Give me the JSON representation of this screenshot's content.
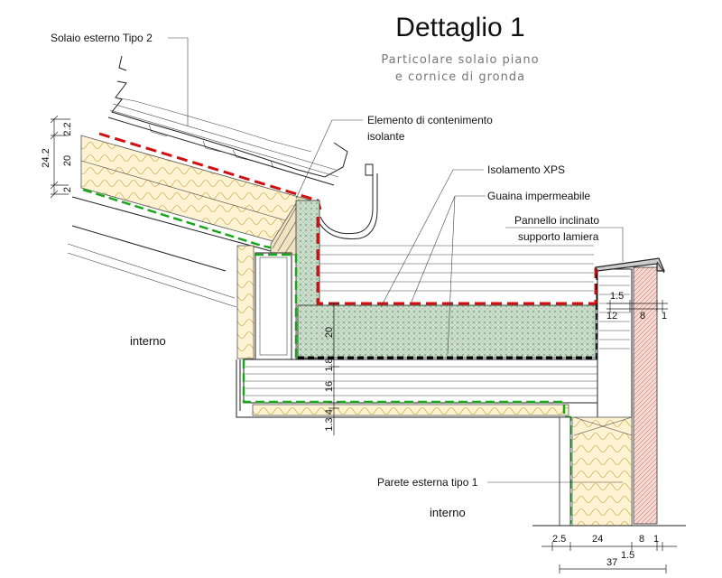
{
  "title": "Dettaglio 1",
  "subtitle_lines": [
    "Particolare solaio piano",
    "e cornice di gronda"
  ],
  "labels": {
    "solaio_esterno": "Solaio esterno Tipo 2",
    "elemento_line1": "Elemento di contenimento",
    "elemento_line2": "isolante",
    "isolamento_xps": "Isolamento XPS",
    "guaina": "Guaina impermeabile",
    "pannello_line1": "Pannello inclinato",
    "pannello_line2": "supporto lamiera",
    "parete": "Parete esterna tipo 1",
    "interno_left": "interno",
    "interno_bottom": "interno"
  },
  "dimensions": {
    "roof": [
      "24.2",
      "20",
      "2.2",
      "2"
    ],
    "slab": [
      "20",
      "1.8",
      "16",
      "1.3",
      "4"
    ],
    "parapet": [
      "1.5",
      "12",
      "8",
      "1"
    ],
    "wall_bottom": [
      "2.5",
      "24",
      "8",
      "1",
      "1.5"
    ],
    "wall_total": "37"
  },
  "colors": {
    "membrane_red": "#d01010",
    "membrane_green": "#1aa51a",
    "membrane_black": "#000000",
    "insulation_fill": "#fdf3d2",
    "xps_fill": "#d8ead8",
    "brick_fill": "#f6d9d2",
    "wood_fill": "#f0e3c0"
  },
  "icons": {
    "pattern_insulation": "mineral-wool-hatch",
    "pattern_xps": "xps-crosshatch",
    "pattern_brick": "brick-hatch",
    "pattern_concrete": "concrete-hatch"
  }
}
